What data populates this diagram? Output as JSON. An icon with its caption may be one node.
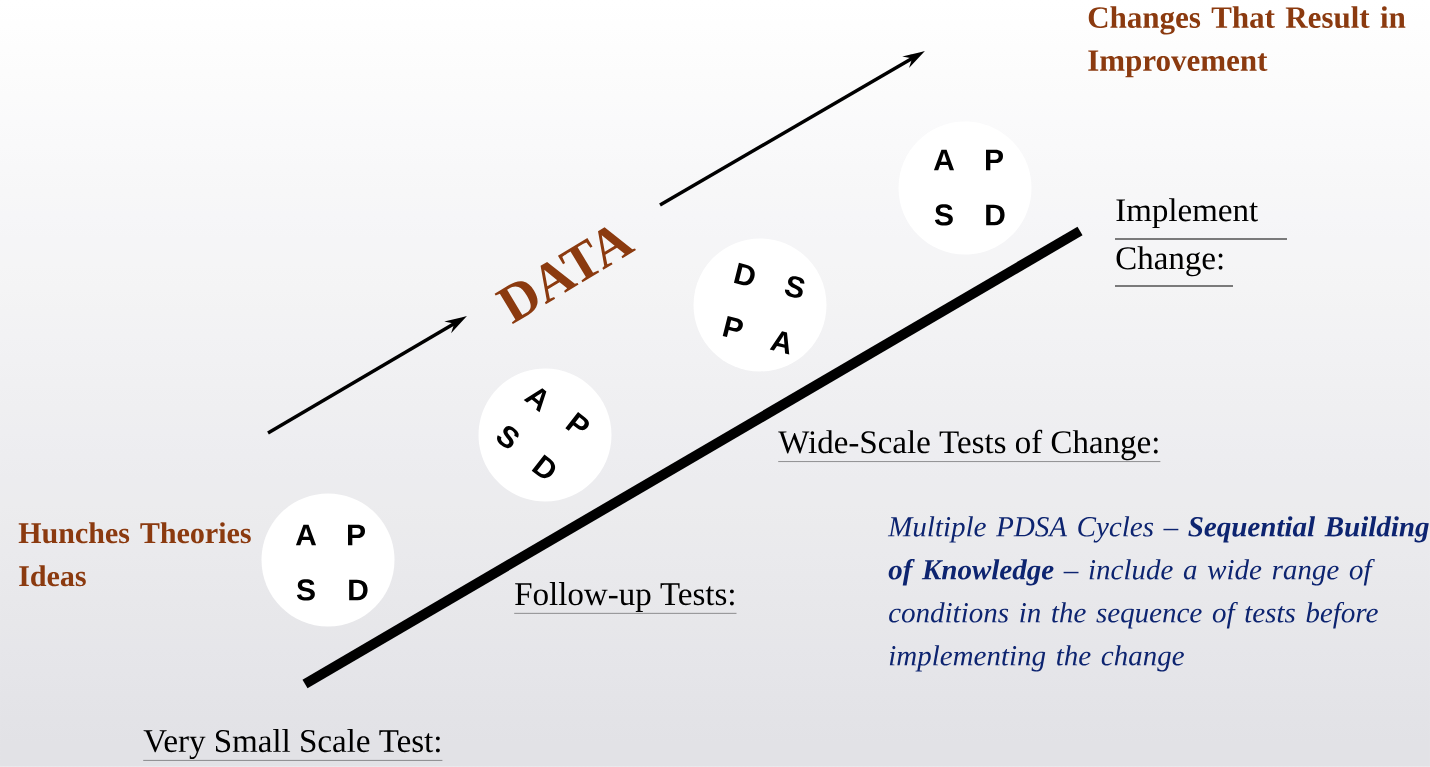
{
  "diagram": {
    "nodes": [
      {
        "text": [
          "A",
          "P",
          "S",
          "D"
        ]
      },
      {
        "text": [
          "A",
          "P",
          "S",
          "D"
        ]
      },
      {
        "text": [
          "D",
          "S",
          "P",
          "A"
        ]
      },
      {
        "text": [
          "A",
          "P",
          "S",
          "D"
        ]
      }
    ],
    "labels": [
      "Changes That Result in Improvement",
      "DATA",
      "Implement Change:",
      "Wide-Scale Tests of Change:",
      "Hunches Theories Ideas",
      "Follow-up Tests:",
      "Multiple PDSA Cycles – **Sequential Building of Knowledge** – include a wide range of conditions in the sequence of tests before implementing the change",
      "Very Small Scale Test:"
    ]
  }
}
